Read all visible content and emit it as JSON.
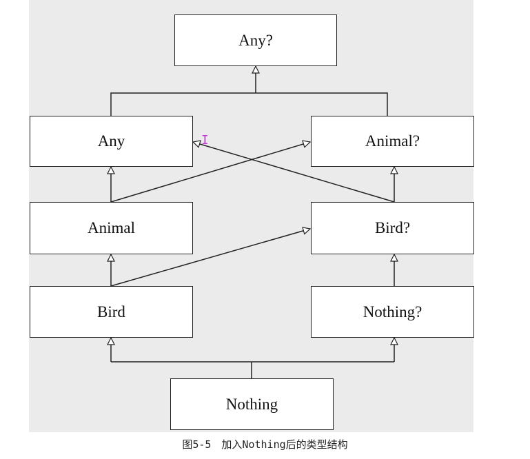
{
  "nodes": {
    "any_nullable": "Any?",
    "any": "Any",
    "animal_nullable": "Animal?",
    "animal": "Animal",
    "bird_nullable": "Bird?",
    "bird": "Bird",
    "nothing_nullable": "Nothing?",
    "nothing": "Nothing"
  },
  "caption": "图5-5　加入Nothing后的类型结构",
  "cursor_glyph": "I"
}
